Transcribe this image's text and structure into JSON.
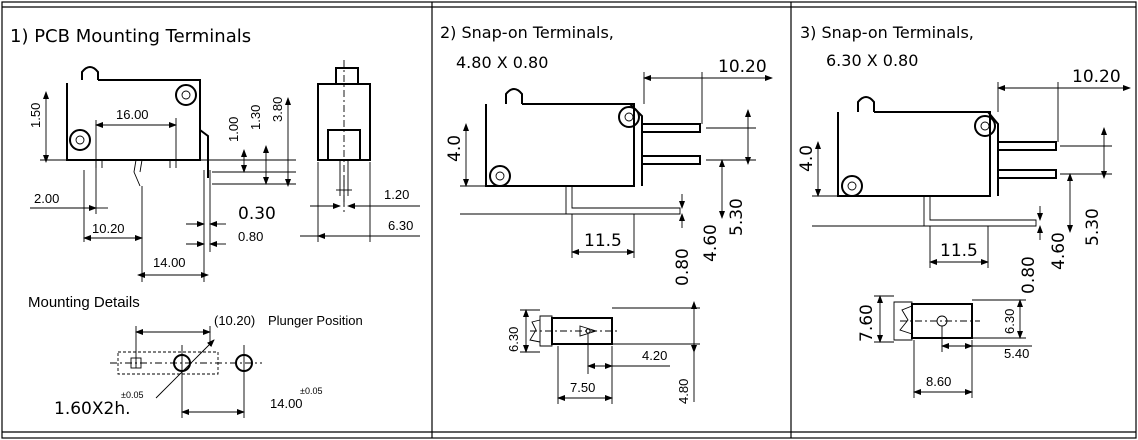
{
  "panels": [
    {
      "title": "1) PCB Mounting Terminals",
      "dims": {
        "a": "1.50",
        "b": "16.00",
        "c": "1.00",
        "d": "1.30",
        "e": "3.80",
        "f": "2.00",
        "g": "10.20",
        "h": "0.30",
        "i": "0.80",
        "j": "14.00",
        "k": "1.20",
        "l": "6.30"
      },
      "mounting": {
        "title": "Mounting Details",
        "plunger_value": "(10.20)",
        "plunger_text": "Plunger Position",
        "hole_spec": "1.60X2h.",
        "hole_tol": "±0.05",
        "spacing": "14.00",
        "spacing_tol": "±0.05"
      }
    },
    {
      "title_line1": "2) Snap-on Terminals,",
      "title_line2": "4.80 X 0.80",
      "dims": {
        "a": "10.20",
        "b": "4.0",
        "c": "5.30",
        "d": "11.5",
        "e": "4.60",
        "f": "0.80"
      },
      "terminal": {
        "a": "6.30",
        "b": "4.20",
        "c": "7.50",
        "d": "4.80"
      }
    },
    {
      "title_line1": "3) Snap-on Terminals,",
      "title_line2": "6.30 X 0.80",
      "dims": {
        "a": "10.20",
        "b": "4.0",
        "c": "5.30",
        "d": "11.5",
        "e": "4.60",
        "f": "0.80"
      },
      "terminal": {
        "a": "7.60",
        "b": "6.30",
        "c": "5.40",
        "d": "8.60"
      }
    }
  ]
}
